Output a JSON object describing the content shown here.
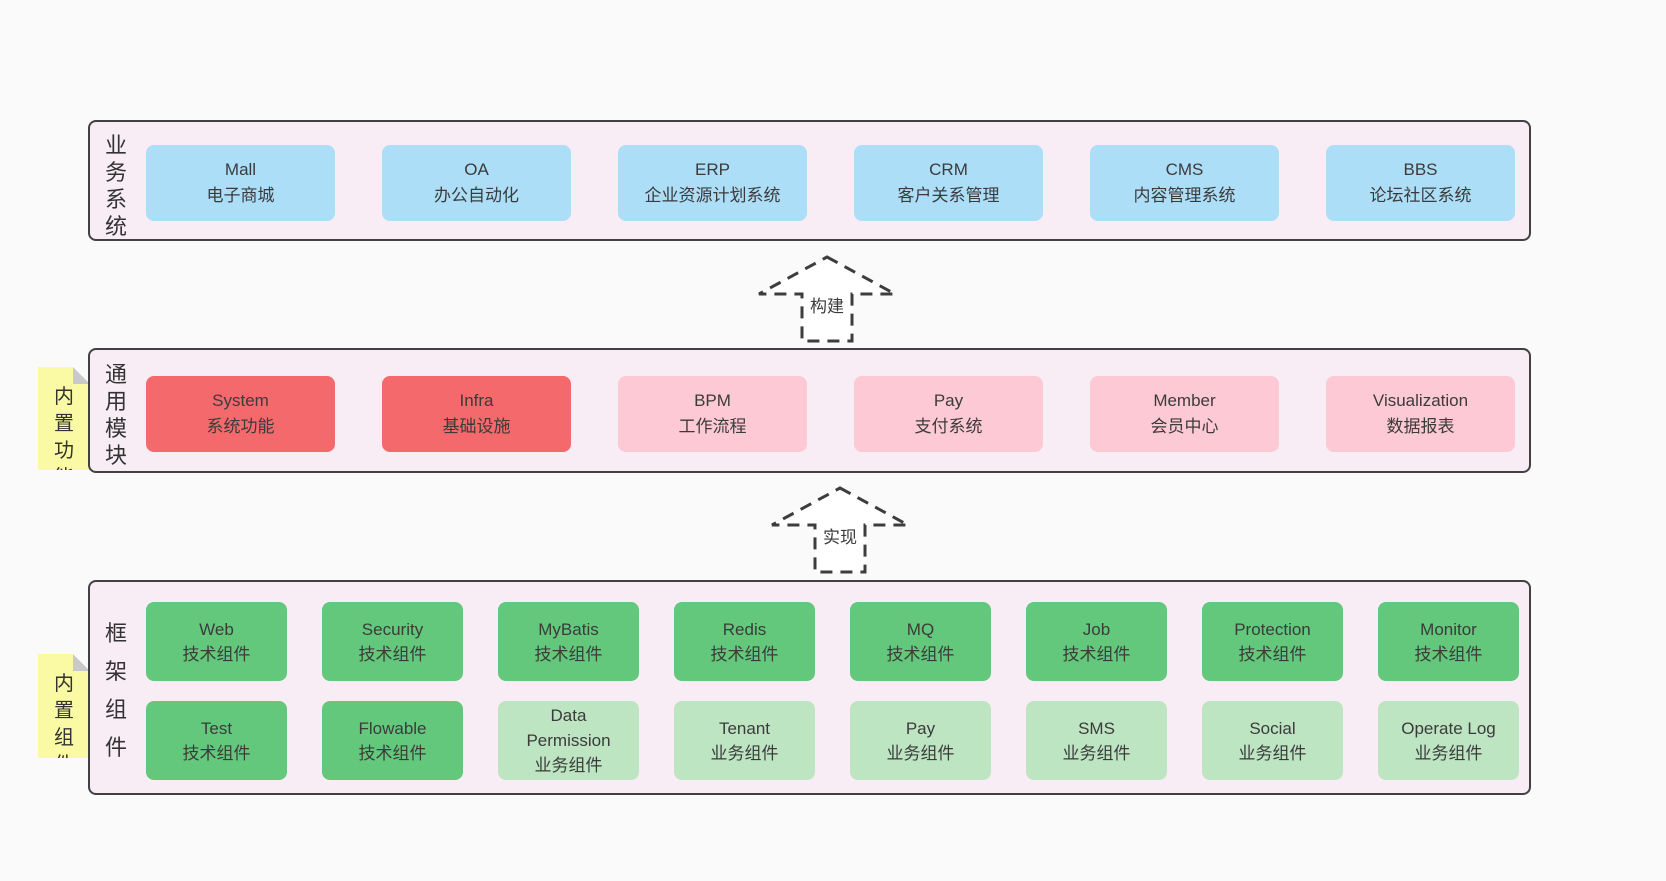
{
  "colors": {
    "page-bg": "#fafafa",
    "container-bg": "#f8edf5",
    "line": "#414141",
    "text": "#3b3b3b",
    "blue": "#acdef8",
    "red": "#f4696c",
    "pink": "#fcc9d4",
    "green": "#63c87b",
    "lightgreen": "#bde5c2",
    "yellow": "#fafaa5",
    "fold": "#c9c9c9"
  },
  "layers": [
    {
      "label": "业务系统",
      "rows": [
        [
          {
            "title": "Mall",
            "subtitle": "电子商城",
            "variant": "blue"
          },
          {
            "title": "OA",
            "subtitle": "办公自动化",
            "variant": "blue"
          },
          {
            "title": "ERP",
            "subtitle": "企业资源计划系统",
            "variant": "blue"
          },
          {
            "title": "CRM",
            "subtitle": "客户关系管理",
            "variant": "blue"
          },
          {
            "title": "CMS",
            "subtitle": "内容管理系统",
            "variant": "blue"
          },
          {
            "title": "BBS",
            "subtitle": "论坛社区系统",
            "variant": "blue"
          }
        ]
      ]
    },
    {
      "label": "通用模块",
      "note": "内置功能",
      "rows": [
        [
          {
            "title": "System",
            "subtitle": "系统功能",
            "variant": "red"
          },
          {
            "title": "Infra",
            "subtitle": "基础设施",
            "variant": "red"
          },
          {
            "title": "BPM",
            "subtitle": "工作流程",
            "variant": "pink"
          },
          {
            "title": "Pay",
            "subtitle": "支付系统",
            "variant": "pink"
          },
          {
            "title": "Member",
            "subtitle": "会员中心",
            "variant": "pink"
          },
          {
            "title": "Visualization",
            "subtitle": "数据报表",
            "variant": "pink"
          }
        ]
      ]
    },
    {
      "label": "框架组件",
      "note": "内置组件",
      "rows": [
        [
          {
            "title": "Web",
            "subtitle": "技术组件",
            "variant": "green"
          },
          {
            "title": "Security",
            "subtitle": "技术组件",
            "variant": "green"
          },
          {
            "title": "MyBatis",
            "subtitle": "技术组件",
            "variant": "green"
          },
          {
            "title": "Redis",
            "subtitle": "技术组件",
            "variant": "green"
          },
          {
            "title": "MQ",
            "subtitle": "技术组件",
            "variant": "green"
          },
          {
            "title": "Job",
            "subtitle": "技术组件",
            "variant": "green"
          },
          {
            "title": "Protection",
            "subtitle": "技术组件",
            "variant": "green"
          },
          {
            "title": "Monitor",
            "subtitle": "技术组件",
            "variant": "green"
          }
        ],
        [
          {
            "title": "Test",
            "subtitle": "技术组件",
            "variant": "green"
          },
          {
            "title": "Flowable",
            "subtitle": "技术组件",
            "variant": "green"
          },
          {
            "title": "Data Permission",
            "subtitle": "业务组件",
            "variant": "lightgreen"
          },
          {
            "title": "Tenant",
            "subtitle": "业务组件",
            "variant": "lightgreen"
          },
          {
            "title": "Pay",
            "subtitle": "业务组件",
            "variant": "lightgreen"
          },
          {
            "title": "SMS",
            "subtitle": "业务组件",
            "variant": "lightgreen"
          },
          {
            "title": "Social",
            "subtitle": "业务组件",
            "variant": "lightgreen"
          },
          {
            "title": "Operate Log",
            "subtitle": "业务组件",
            "variant": "lightgreen"
          }
        ]
      ]
    }
  ],
  "arrows": [
    {
      "label": "构建"
    },
    {
      "label": "实现"
    }
  ]
}
